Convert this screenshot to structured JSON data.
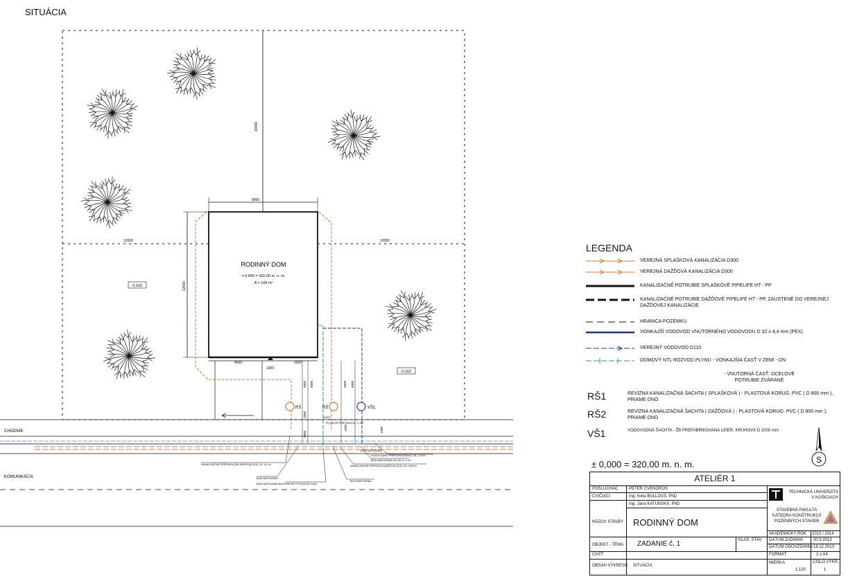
{
  "sheet_title": "SITUÁCIA",
  "plan": {
    "dim_plot_height": "10000",
    "dim_house_width": "9000",
    "dim_left": "12000",
    "dim_right": "12000",
    "dim_house_height": "12000",
    "dim_bottom_left": "4500",
    "dim_bottom_right": "3200",
    "dim_small": "1300",
    "house_title": "RODINNÝ DOM",
    "house_datum": "± 0,000 = 320,00 m. n. m.",
    "house_area": "A = 108 m²",
    "level_left": "- 0,162",
    "level_right": "- 0,162",
    "shaft_rs": "RŠ",
    "shaft_rs2": "RŠ",
    "shaft_vs1": "VŠ1",
    "v1": "4000",
    "v2": "5000",
    "v3": "4000",
    "v4": "5000",
    "v5": "1000",
    "v6": "1000",
    "v7": "1000",
    "v8": "1000",
    "hust": "HUST",
    "chodnik": "CHODNÍK",
    "komunikacia": "KOMUNIKÁCIA",
    "note_1": "KANALIZAČNÁ PRÍPOJKA (SPLAŠKOVÁ) D110, DL. 8,4 m",
    "note_2": "BOD NAPOJENIA",
    "note_3": "BOD NAPOJENIA NA VEREJNÝ PLYNOVOD D110",
    "note_4": "BOD NAPOJENIA",
    "note_5": "KANALIZAČNÁ PRÍPOJKA DAŽĎOVÁ D110, DL. 8,80 m",
    "note_6": "BOD NAPOJENIA 297,00 m. n. m.",
    "note_7": "VODOVODNÁ PRÍPOJKA D32x4,4, DL. 1,8 m",
    "note_8": "BOD NAPOJENIA",
    "note_9": "PLYNOVÁ PRÍPOJKA DL. 2,3m"
  },
  "legend": {
    "title": "LEGENDA",
    "items": [
      "VEREJNÁ SPLAŠKOVÁ KANALIZÁCIA D300",
      "VEREJNÁ DAŽĎOVÁ KANALIZÁCIA D300",
      "KANALIZAČNÉ POTRUBIE SPLAŠKOVÉ PIPELIFE HT - PP",
      "KANALIZAČNÉ POTRUBIE DAŽĎOVÉ PIPELIFE HT - PP, ZAUSTENÉ DO VEREJNEJ DAŽĎOVEJ KANALIZÁCIE",
      "HRANICA POZEMKU",
      "VONKAJŠÍ VODOVOD VNÚTORNÉHO VODOVODU D 32 x 4,4 mm (PEX)",
      "VEREJNÝ VODOVOD D110",
      "DOMOVÝ NTL ROZVOD PLYNU - VONKAJŠIA ČASŤ V ZEMI - DN",
      "- VNÚTORNÁ ČASŤ: OCEĽOVÉ POTRUBIE ZVÁRANÉ"
    ],
    "codes": [
      {
        "code": "RŠ1",
        "text": "REVÍZNA KANALIZAČNÁ ŠACHTA ( SPLAŠKOVÁ ) - PLASTOVÁ KORUG. PVC ( D 800 mm ), PRIAME DNO"
      },
      {
        "code": "RŠ2",
        "text": "REVÍZNA KANALIZAČNÁ ŠACHTA ( DAŽĎOVÁ ) - PLASTOVÁ KORUG. PVC ( D 800 mm ), PRIAME DNO"
      },
      {
        "code": "VŠ1",
        "text": "VODOVODNÁ ŠACHTA - ŽB PREFABRIKOVANÁ LEIER, KRUHOVÁ D 1000 mm"
      }
    ]
  },
  "datum": "± 0,000 = 320,00 m. n. m.",
  "compass_label": "S",
  "titleblock": {
    "header": "ATELIÉR 1",
    "posluchac_label": "POSLUCHÁČ",
    "posluchac": "PETER CVENGROŠ",
    "cviciaci_label": "CVIČIACI",
    "cviciaci_1": "Ing. Iveta BULLOVÁ, PhD",
    "cviciaci_2": "Ing. Jana KATUNSKÁ, PhD",
    "uni_1": "TECHNICKÁ UNIVERZITA",
    "uni_2": "V KOŠICIACH",
    "fac_1": "STAVEBNÁ FAKULTA",
    "fac_2": "KATEDRA KONŠTRUKCIÍ",
    "fac_3": "POZEMNÝCH STAVIEB",
    "nazov_label": "NÁZOV STAVBY",
    "nazov": "RODINNÝ DOM",
    "akad_label": "AKADEMICKÝ ROK",
    "akad": "2013 / 2014",
    "zad_label": "DÁTUM ZADANIA",
    "zad": "30.9.2013",
    "odo_label": "DÁTUM ODOVZDANIA",
    "odo": "18.12.2013",
    "objekt_label": "OBJEKT - TÉMA",
    "objekt": "ZADANIE č. 1",
    "klas_label": "KLAS. STAV",
    "format_label": "FORMÁT",
    "format": "2 x A4",
    "cast_label": "ČASŤ",
    "obsah_label": "OBSAH VÝKRESU",
    "obsah": "SITUÁCIA",
    "mierka_label": "MIERKA",
    "mierka": "1:120",
    "cislo_label": "ČÍSLO VÝKR.",
    "cislo": "1"
  }
}
